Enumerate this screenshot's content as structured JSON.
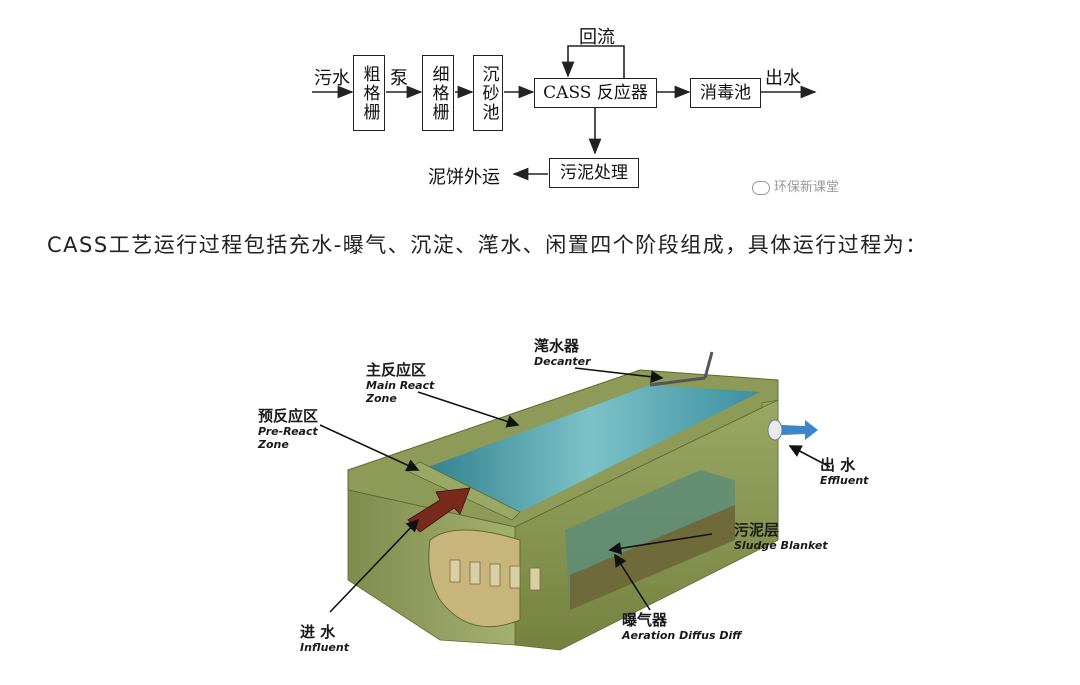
{
  "flow": {
    "inlet_label": "污水",
    "coarse_screen": "粗格栅",
    "pump_label": "泵",
    "fine_screen": "细格栅",
    "grit_chamber": "沉砂池",
    "reactor": "CASS 反应器",
    "reflux_label": "回流",
    "disinfection": "消毒池",
    "outlet_label": "出水",
    "sludge_treatment": "污泥处理",
    "cake_out": "泥饼外运"
  },
  "watermark_top": "环保新课堂",
  "caption": "CASS工艺运行过程包括充水-曝气、沉淀、滗水、闲置四个阶段组成，具体运行过程为：",
  "tank": {
    "main_zone_zh": "主反应区",
    "main_zone_en1": "Main React",
    "main_zone_en2": "Zone",
    "pre_zone_zh": "预反应区",
    "pre_zone_en1": "Pre-React",
    "pre_zone_en2": "Zone",
    "decanter_zh": "滗水器",
    "decanter_en": "Decanter",
    "effluent_zh": "出  水",
    "effluent_en": "Effluent",
    "sludge_zh": "污泥层",
    "sludge_en": "Sludge Blanket",
    "influent_zh": "进  水",
    "influent_en": "Influent",
    "aeration_zh": "曝气器",
    "aeration_en": "Aeration Diffus Diff"
  },
  "colors": {
    "tank_wall": "#8e9c5c",
    "tank_wall_dark": "#6f7d45",
    "water": "#4f9fae",
    "sludge": "#7a6b3a",
    "arrow_red": "#7a2a1a"
  }
}
